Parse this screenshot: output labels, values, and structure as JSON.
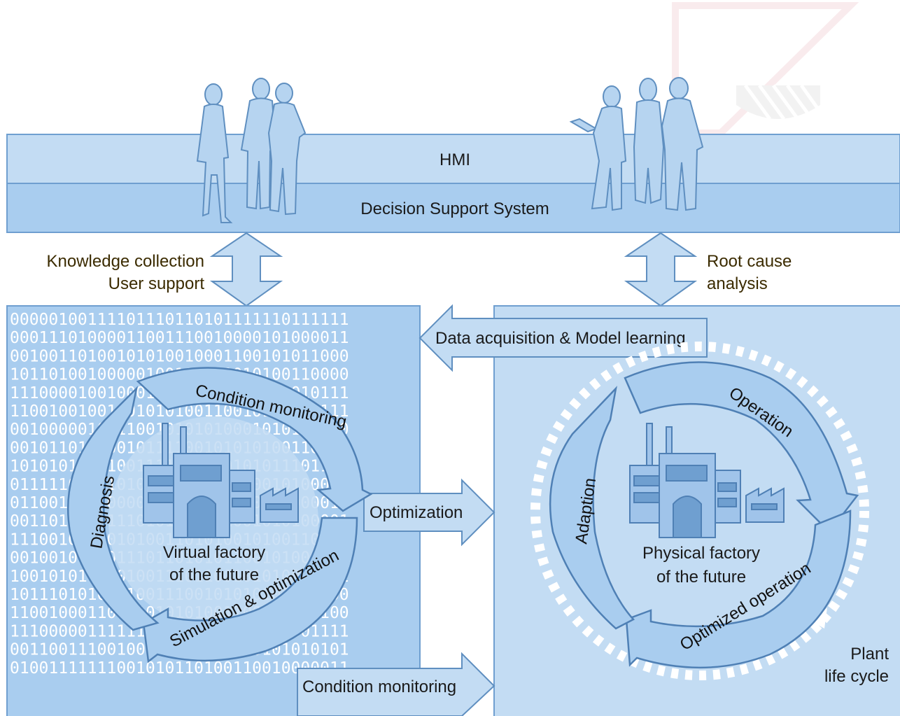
{
  "band": {
    "hmi": "HMI",
    "dss": "Decision Support System"
  },
  "left_arrow_labels": [
    "Knowledge collection",
    "User support"
  ],
  "right_arrow_labels": [
    "Root cause",
    "analysis"
  ],
  "flows": {
    "data_acquisition": "Data acquisition & Model learning",
    "optimization": "Optimization",
    "condition_monitoring": "Condition monitoring"
  },
  "virtual": {
    "title_lines": [
      "Virtual factory",
      "of the future"
    ],
    "cycle": {
      "top": "Condition monitoring",
      "left": "Diagnosis",
      "bottom": "Simulation & optimization"
    }
  },
  "physical": {
    "title_lines": [
      "Physical factory",
      "of the future"
    ],
    "cycle": {
      "top": "Operation",
      "left": "Adaption",
      "bottom": "Optimized operation"
    }
  },
  "plant_life_cycle": [
    "Plant",
    "life cycle"
  ],
  "binary_rows": [
    "00000100111101110110101111110111111",
    "00011101000011001110010000101000011",
    "00100110100101010010001100101011000",
    "10110100100000100111001010100110000",
    "11100001001000110101001101011010111",
    "11001001001001010100110010100000111",
    "00100000100110010101010001010100000",
    "00101101000010111100101010100110101",
    "10101010011001111001100101011101100",
    "01111100111010110101100110010100000",
    "01100101010000110011001010101000011",
    "00110110101110101011101001010100001",
    "11100101010101001101010010100110101",
    "00100101010111011010101100101000001",
    "10010101010010011101100101010000101",
    "10111010100010011100101010101111100",
    "11001000110101010101001100101101100",
    "11100000111111000010001000101001111",
    "00110011100100110011101000101010101",
    "01001111111001010110100110010000011"
  ]
}
